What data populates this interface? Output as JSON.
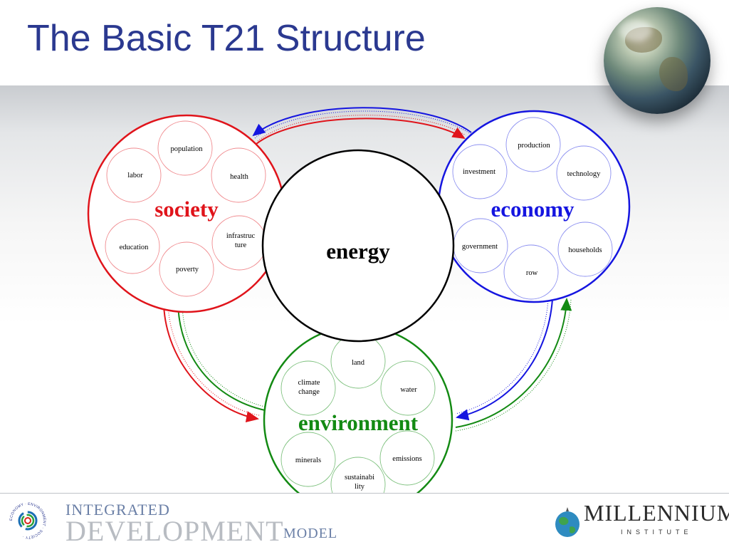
{
  "slide": {
    "title": "The Basic T21 Structure"
  },
  "colors": {
    "title": "#2b3990",
    "society": "#e0141b",
    "economy": "#1515e0",
    "environment": "#138a13",
    "energy": "#000000"
  },
  "society": {
    "label": "society",
    "items": [
      "population",
      "labor",
      "health",
      "education",
      "infrastruc ture",
      "poverty"
    ]
  },
  "economy": {
    "label": "economy",
    "items": [
      "production",
      "investment",
      "technology",
      "government",
      "households",
      "row"
    ]
  },
  "environment": {
    "label": "environment",
    "items": [
      "land",
      "climate change",
      "water",
      "minerals",
      "emissions",
      "sustainabi lity"
    ]
  },
  "energy": {
    "label": "energy"
  },
  "footer": {
    "idm_line1": "INTEGRATED",
    "idm_line2": "DEVELOPMENT",
    "idm_line3": "MODEL",
    "idm_ring_text": "ECONOMY · ENVIRONMENT · SOCIETY ·",
    "mi_name": "MILLENNIUM",
    "mi_sub": "INSTITUTE"
  },
  "icons": [
    "globe-image",
    "idm-logo-icon",
    "millennium-globe-icon"
  ]
}
